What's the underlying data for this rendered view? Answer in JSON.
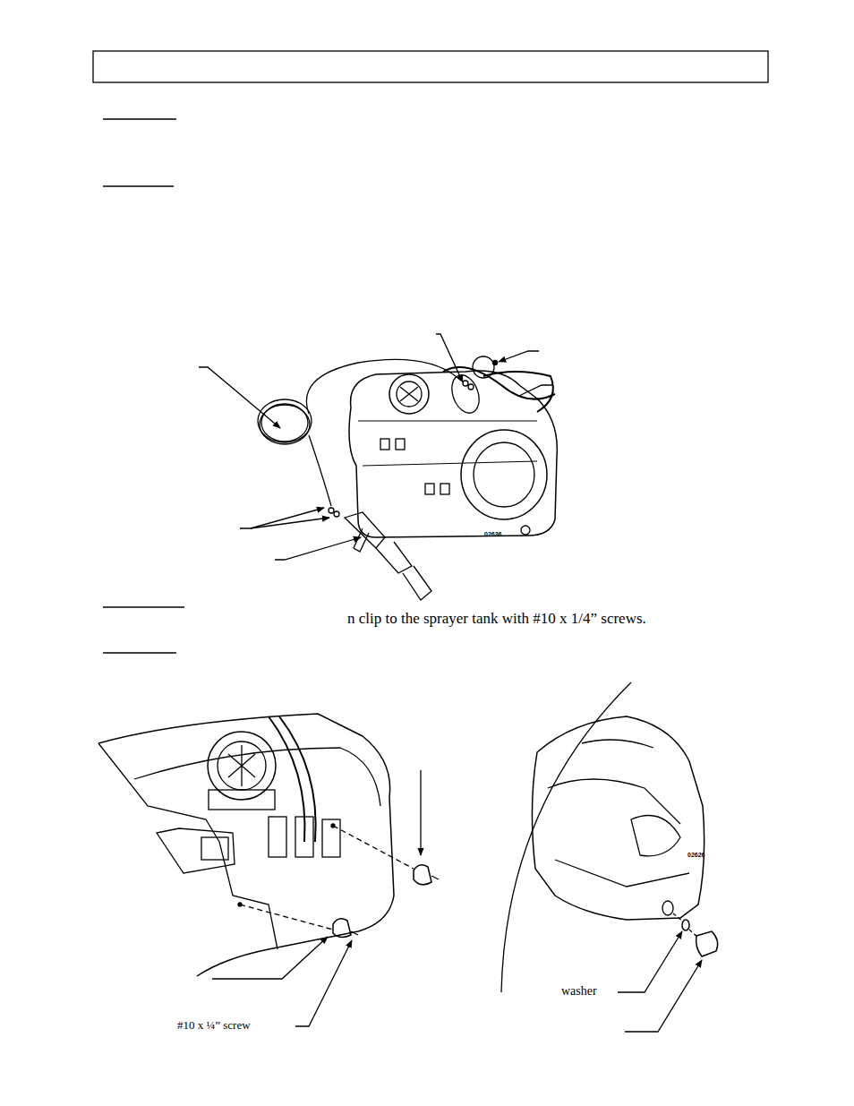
{
  "diagram": {
    "labels": [
      "n clip to the sprayer tank with #10 x 1/4” screws.",
      "02636",
      "02626",
      "washer",
      "#10 x ¼” screw"
    ]
  }
}
